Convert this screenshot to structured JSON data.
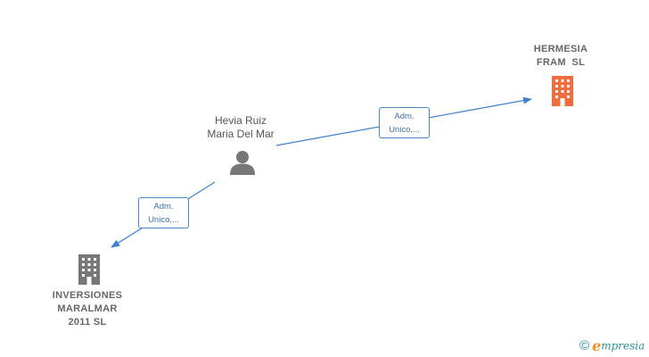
{
  "nodes": {
    "hermesia": {
      "name_line1": "HERMESIA",
      "name_line2": "FRAM  SL",
      "icon": "building-icon",
      "color": "#f26d3d"
    },
    "person": {
      "name_line1": "Hevia Ruiz",
      "name_line2": "Maria Del Mar",
      "icon": "person-icon",
      "color": "#777777"
    },
    "inversiones": {
      "name_line1": "INVERSIONES",
      "name_line2": "MARALMAR",
      "name_line3": "2011 SL",
      "icon": "building-icon",
      "color": "#777777"
    }
  },
  "relations": [
    {
      "line1": "Adm.",
      "line2": "Unico,..."
    },
    {
      "line1": "Adm.",
      "line2": "Unico,..."
    }
  ],
  "colors": {
    "edge": "#3f7fd0"
  },
  "brand": {
    "copyright": "©",
    "e": "e",
    "rest": "mpresia"
  }
}
